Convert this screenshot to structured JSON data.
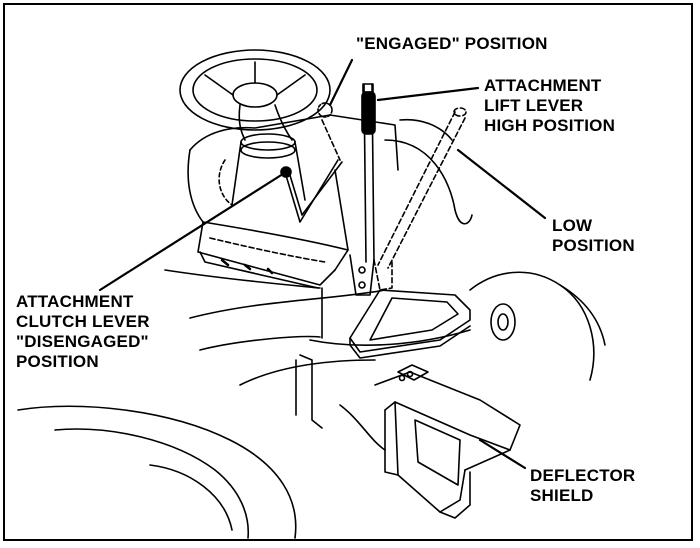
{
  "labels": {
    "engaged": "\"ENGAGED\" POSITION",
    "lift_lever": "ATTACHMENT\nLIFT LEVER\nHIGH POSITION",
    "low_position": "LOW\nPOSITION",
    "clutch_lever": "ATTACHMENT\nCLUTCH LEVER\n\"DISENGAGED\"\nPOSITION",
    "deflector": "DEFLECTOR\nSHIELD"
  },
  "colors": {
    "ink": "#000000",
    "paper": "#ffffff"
  }
}
